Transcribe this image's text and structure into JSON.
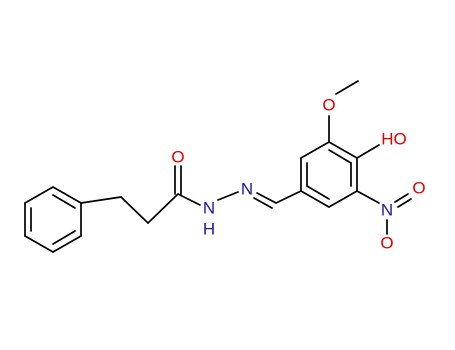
{
  "molecule": {
    "atom_labels": {
      "carbonyl_oxygen": "O",
      "amide_nitrogen": "N",
      "amide_hydrogen": "H",
      "imine_nitrogen": "N",
      "methoxy_oxygen": "O",
      "hydroxyl": "HO",
      "nitro_nitrogen": "N",
      "nitro_oxygen_upper": "O",
      "nitro_oxygen_lower": "O"
    },
    "colors": {
      "bond": "#000000",
      "oxygen": "#e60000",
      "nitrogen": "#1a1aa6"
    }
  }
}
